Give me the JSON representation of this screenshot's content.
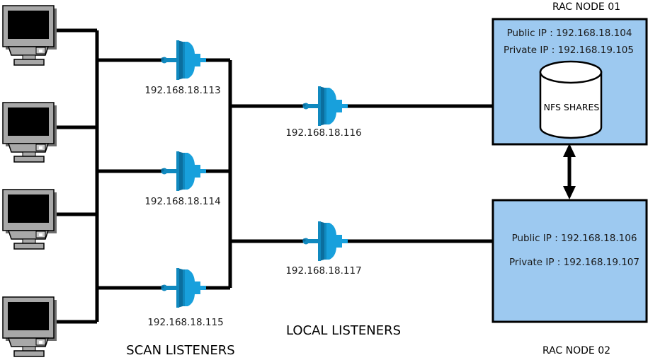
{
  "diagram": {
    "title": "Oracle RAC SCAN and Local Listener Network Diagram",
    "colors": {
      "node_box_fill": "#9dc9f0",
      "node_box_stroke": "#000000",
      "wire": "#000000",
      "listener_blue_dark": "#0b6e9e",
      "listener_blue_mid": "#1089bf",
      "listener_blue_light": "#18a0dc",
      "monitor_bezel": "#a8a8a8",
      "monitor_screen": "#000000",
      "monitor_shadow": "#6e6e6e",
      "cylinder_fill": "#ffffff"
    },
    "clients": [
      {
        "name": "client-workstation-1"
      },
      {
        "name": "client-workstation-2"
      },
      {
        "name": "client-workstation-3"
      },
      {
        "name": "client-workstation-4"
      }
    ],
    "scan_listeners": {
      "group_label": "SCAN LISTENERS",
      "items": [
        {
          "ip": "192.168.18.113"
        },
        {
          "ip": "192.168.18.114"
        },
        {
          "ip": "192.168.18.115"
        }
      ]
    },
    "local_listeners": {
      "group_label": "LOCAL LISTENERS",
      "items": [
        {
          "ip": "192.168.18.116"
        },
        {
          "ip": "192.168.18.117"
        }
      ]
    },
    "rac_nodes": [
      {
        "title": "RAC NODE 01",
        "public_ip_label": "Public IP :  192.168.18.104",
        "private_ip_label": "Private IP : 192.168.19.105",
        "storage_label": "NFS SHARES"
      },
      {
        "title": "RAC NODE 02",
        "public_ip_label": "Public IP :  192.168.18.106",
        "private_ip_label": "Private IP : 192.168.19.107"
      }
    ]
  }
}
